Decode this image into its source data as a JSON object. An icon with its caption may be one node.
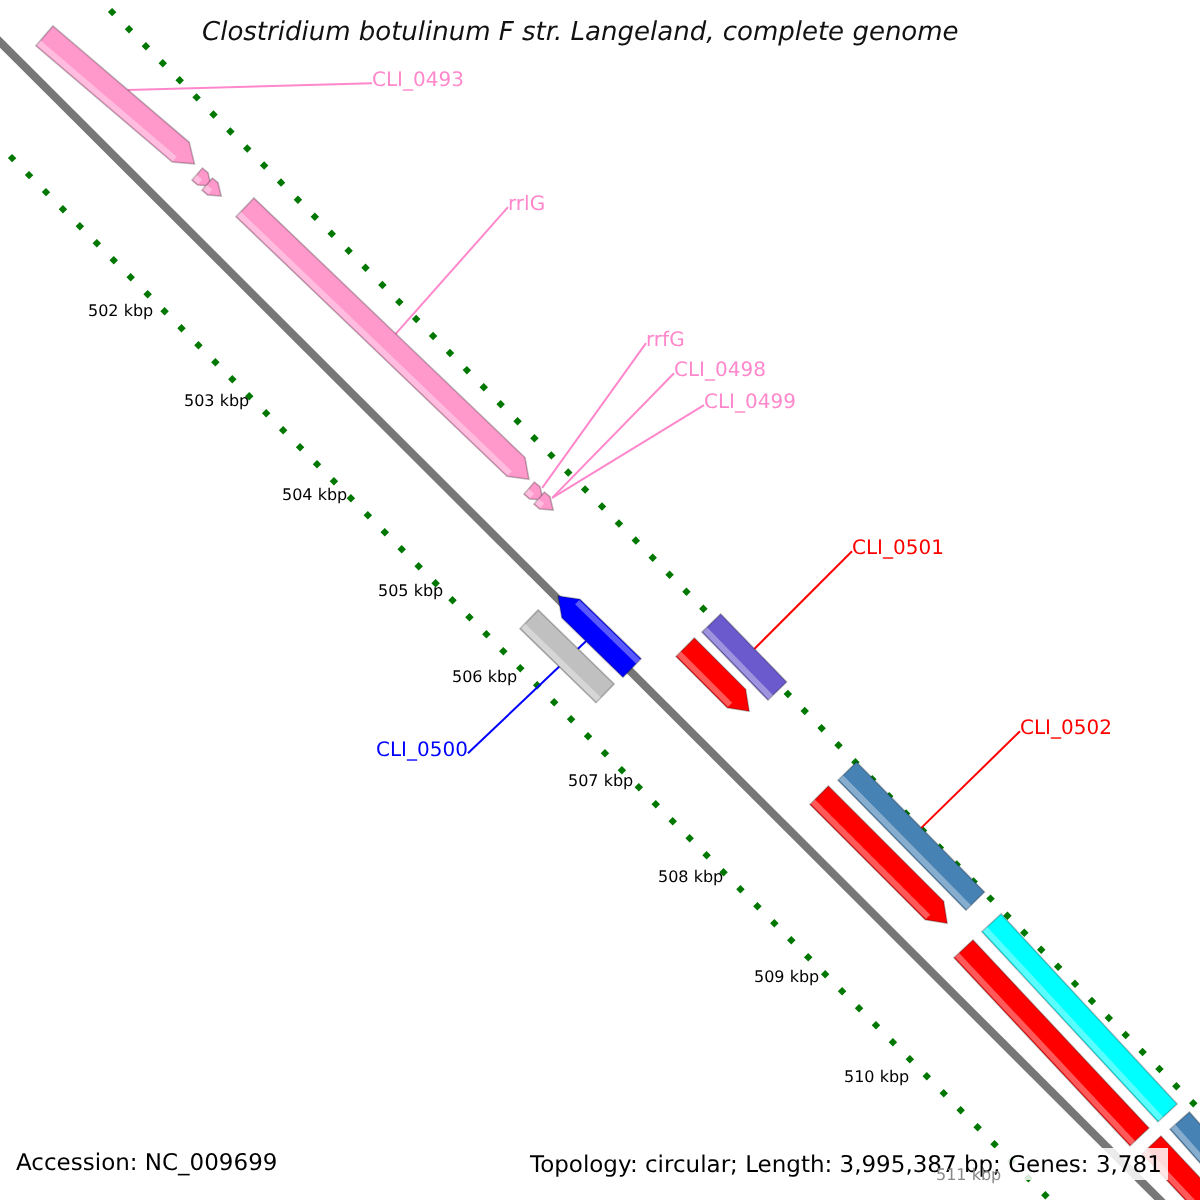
{
  "diagram": {
    "title": "Clostridium botulinum F str. Langeland, complete genome",
    "nodes": [
      {
        "text": [
          "CLI_0493"
        ]
      },
      {
        "text": [],
        "shape": "bar"
      },
      {
        "text": [],
        "shape": "bar"
      },
      {
        "text": [],
        "shape": "bar"
      },
      {
        "text": [
          "rrlG"
        ]
      },
      {
        "text": [],
        "shape": "bar"
      },
      {
        "text": [
          "rrfG"
        ]
      },
      {
        "text": [
          "CLI_0498"
        ]
      },
      {
        "text": [
          "CLI_0499"
        ]
      },
      {
        "text": [],
        "shape": "bar"
      },
      {
        "text": [],
        "shape": "bar"
      },
      {
        "text": [
          "CLI_0501"
        ]
      },
      {
        "text": [],
        "shape": "bar"
      },
      {
        "text": [],
        "shape": "bar"
      },
      {
        "text": [],
        "shape": "bar"
      },
      {
        "text": [],
        "shape": "bar"
      },
      {
        "text": [
          "CLI_0500"
        ]
      },
      {
        "text": [
          "CLI_0502"
        ]
      },
      {
        "text": [],
        "shape": "bar"
      },
      {
        "text": [],
        "shape": "bar"
      },
      {
        "text": [],
        "shape": "bar"
      },
      {
        "text": [],
        "shape": "bar"
      },
      {
        "text": [],
        "shape": "bar"
      },
      {
        "text": [],
        "shape": "bar"
      }
    ],
    "edges": [
      {
        "from": 0,
        "to": 1,
        "arrow": "none"
      },
      {
        "from": 4,
        "to": 5,
        "arrow": "none"
      },
      {
        "from": 6,
        "to": 9,
        "arrow": "none"
      },
      {
        "from": 7,
        "to": 10,
        "arrow": "none"
      },
      {
        "from": 8,
        "to": 10,
        "arrow": "none"
      },
      {
        "from": 11,
        "to": 15,
        "arrow": "none",
        "color": "#ff0000"
      },
      {
        "from": 16,
        "to": 12,
        "arrow": "none",
        "color": "#0000ff"
      },
      {
        "from": 17,
        "to": 18,
        "arrow": "none",
        "color": "#ff0000"
      }
    ],
    "labels": [
      "502 kbp",
      "503 kbp",
      "504 kbp",
      "505 kbp",
      "506 kbp",
      "507 kbp",
      "508 kbp",
      "509 kbp",
      "510 kbp",
      "Accession: NC_009699",
      "Topology: circular; Length: 3,995,387 bp; Genes: 3,781",
      "511 kbp"
    ]
  }
}
